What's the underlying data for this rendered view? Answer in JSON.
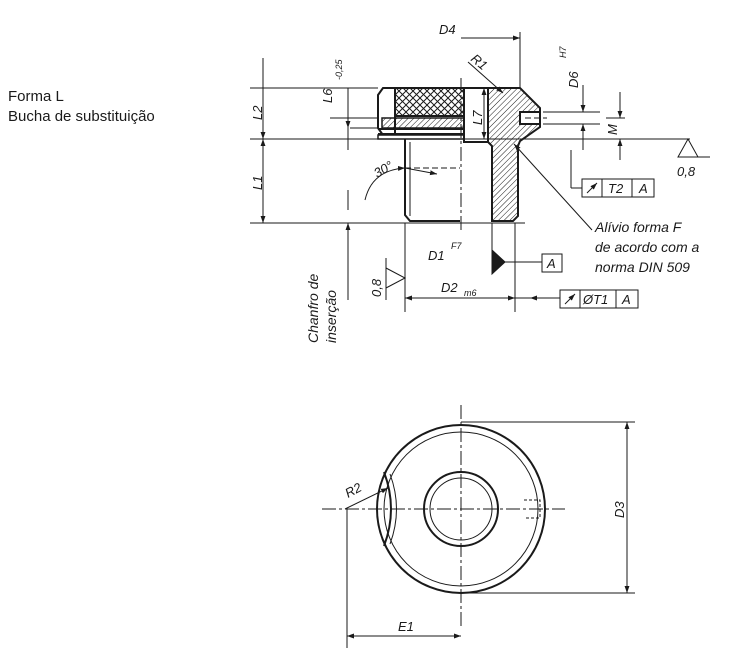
{
  "form_label": "Forma L",
  "form_description": "Bucha de substituição",
  "dimensions": {
    "d4": "D4",
    "r1": "R1",
    "d6": "D6",
    "d6_tol": "H7",
    "l6": "L6",
    "l6_tol": "-0,25",
    "l2": "L2",
    "l7": "L7",
    "l1": "L1",
    "m": "M",
    "angle": "30°",
    "d1": "D1",
    "d1_tol": "F7",
    "d2": "D2",
    "d2_tol": "m6",
    "surface": "0,8",
    "surface_left": "0,8",
    "r2": "R2",
    "d3": "D3",
    "e1": "E1"
  },
  "tolerance_frames": {
    "t2_tol": "T2",
    "t2_datum": "A",
    "t1_tol": "ØT1",
    "t1_datum": "A",
    "datum_a": "A"
  },
  "notes": {
    "relief_line1": "Alívio forma F",
    "relief_line2": "de acordo com a",
    "relief_line3": "norma DIN 509",
    "chamfer_line1": "Chanfro de",
    "chamfer_line2": "inserção"
  }
}
